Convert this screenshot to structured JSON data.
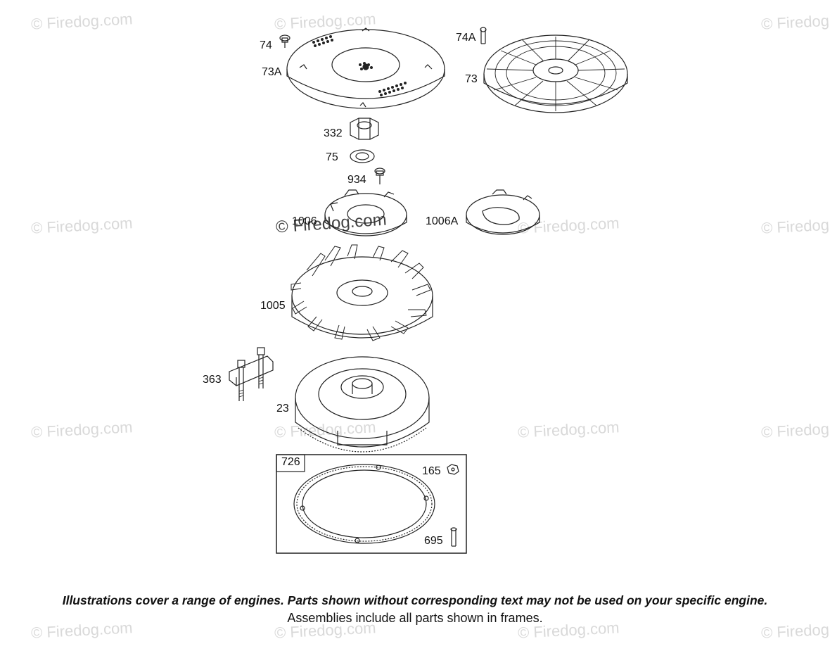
{
  "watermark": {
    "text": "© Firedog.com"
  },
  "callouts": {
    "c74": "74",
    "c73A": "73A",
    "c74A": "74A",
    "c73": "73",
    "c332": "332",
    "c75": "75",
    "c934": "934",
    "c1006": "1006",
    "c1006A": "1006A",
    "c1005": "1005",
    "c363": "363",
    "c23": "23",
    "c726": "726",
    "c165": "165",
    "c695": "695"
  },
  "footer": {
    "disclaimer": "Illustrations cover a range of engines. Parts shown without corresponding text may not be used on your specific engine.",
    "assemblies": "Assemblies include all parts shown in frames."
  },
  "colors": {
    "line": "#222222",
    "watermark": "#d9d9d9"
  }
}
